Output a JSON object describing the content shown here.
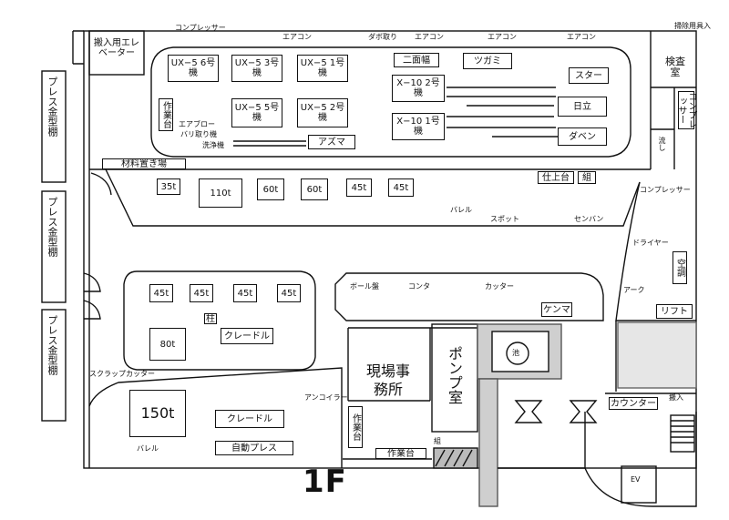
{
  "floor_label": "1F",
  "left_shelves": [
    "プレス金型棚",
    "プレス金型棚",
    "プレス金型棚"
  ],
  "top_labels": {
    "elevator": "搬入用エレベーター",
    "compressor_top": "コンプレッサー",
    "aircon_1": "エアコン",
    "aircon_2": "エアコン",
    "aircon_3": "エアコン",
    "aircon_4": "エアコン",
    "dabo": "ダボ取り",
    "cleaning": "掃除用具入"
  },
  "machine_area": {
    "ux5_6": "UX−5 6号機",
    "ux5_3": "UX−5 3号機",
    "ux5_1": "UX−5 1号機",
    "ux5_5": "UX−5 5号機",
    "ux5_2": "UX−5 2号機",
    "nimen": "二面幅",
    "tsugami": "ツガミ",
    "x10_2": "X−10 2号機",
    "x10_1": "X−10 1号機",
    "star": "スター",
    "hitachi": "日立",
    "daven": "ダベン",
    "azuma": "アズマ",
    "sagyodai": "作業台",
    "air_blow": "エアブロー",
    "bari": "バリ取り機",
    "senjo": "洗浄機"
  },
  "right_column": {
    "kensashitsu": "検査室",
    "compressor": "コンプレッサー",
    "nagashi": "流し",
    "compressor_2": "コンプレッサー",
    "dryer": "ドライヤー",
    "kucho": "空調",
    "arc": "アーク",
    "lift": "リフト",
    "counter": "カウンター",
    "hannyu": "搬入",
    "ev": "EV"
  },
  "middle_row": {
    "zairyo": "材料置き場",
    "p35": "35t",
    "p110": "110t",
    "p60a": "60t",
    "p60b": "60t",
    "p45a": "45t",
    "p45b": "45t",
    "barrel": "バレル",
    "spot": "スポット",
    "shiagedai": "仕上台",
    "kumi": "組",
    "senban": "センバン"
  },
  "lower_left": {
    "p45_1": "45t",
    "p45_2": "45t",
    "p45_3": "45t",
    "p45_4": "45t",
    "pillar": "柱",
    "cradle_1": "クレードル",
    "p80": "80t",
    "scrap_cutter": "スクラップカッター",
    "p150": "150t",
    "cradle_2": "クレードル",
    "auto_press": "自動プレス",
    "barrel_2": "バレル",
    "uncoiler": "アンコイラー"
  },
  "lower_middle": {
    "ball_ban": "ボール盤",
    "konta": "コンタ",
    "cutter": "カッター",
    "kenma": "ケンマ",
    "office": "現場事務所",
    "pump": "ポンプ室",
    "sagyodai_v": "作業台",
    "sagyodai_h": "作業台",
    "kumi_2": "組",
    "pond": "池"
  }
}
